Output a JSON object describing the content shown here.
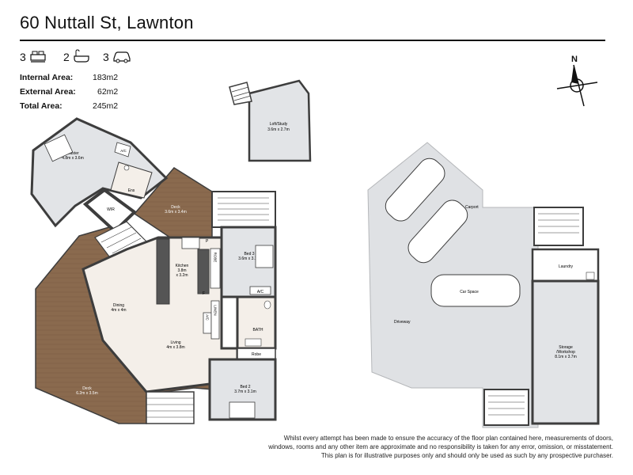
{
  "title": "60 Nuttall St, Lawnton",
  "features": {
    "bedrooms": "3",
    "bathrooms": "2",
    "garages": "3"
  },
  "areas": [
    {
      "label": "Internal Area:",
      "value": "183m2"
    },
    {
      "label": "External Area:",
      "value": "62m2"
    },
    {
      "label": "Total Area:",
      "value": "245m2"
    }
  ],
  "compass": {
    "north": "N"
  },
  "rooms": {
    "loft": {
      "name": "Loft/Study",
      "dims": "3.6m x 2.7m"
    },
    "master": {
      "name": "Master",
      "dims": "4.8m x 3.6m"
    },
    "ens": {
      "name": "Ens"
    },
    "wir": {
      "name": "WIR"
    },
    "ac_master": {
      "name": "A/C"
    },
    "deck_top": {
      "name": "Deck",
      "dims": "3.6m x 3.4m"
    },
    "pantry": {
      "name": "P"
    },
    "kitchen": {
      "name": "Kitchen",
      "dims1": "3.8m",
      "dims2": "x 3.2m"
    },
    "robe_bed3": {
      "name": "ROBE"
    },
    "bed3": {
      "name": "Bed 3",
      "dims": "3.6m x 3.1m"
    },
    "fridge": {
      "name": "F"
    },
    "ac_bed3": {
      "name": "A/C"
    },
    "dining": {
      "name": "Dining",
      "dims": "4m x 4m"
    },
    "ac_living": {
      "name": "A/C"
    },
    "linen": {
      "name": "LINEN"
    },
    "bath": {
      "name": "BATH"
    },
    "living": {
      "name": "Living",
      "dims": "4m x 3.8m"
    },
    "robe_bed2": {
      "name": "Robe"
    },
    "deck_left": {
      "name": "Deck",
      "dims": "6.2m x 3.5m"
    },
    "bed2": {
      "name": "Bed 2",
      "dims": "3.7m x 3.1m"
    },
    "carport": {
      "name": "Carport"
    },
    "laundry": {
      "name": "Laundry"
    },
    "car_space": {
      "name": "Car Space"
    },
    "driveway": {
      "name": "Driveway"
    },
    "storage": {
      "name": "Storage",
      "name2": "/Workshop",
      "dims": "8.1m x 3.7m"
    }
  },
  "colors": {
    "deck": "#8a6a4e",
    "floor_grey": "#e2e4e7",
    "wall": "#3d3d3d",
    "tile": "#f4efe9",
    "driveway": "#dfe1e4"
  },
  "disclaimer": [
    "Whilst every attempt has been made to ensure the accuracy of the floor plan contained here, measurements of doors,",
    "windows, rooms and any other item are approximate and no responsibility is taken for any error, omission, or misstatement.",
    "This plan is for illustrative purposes only and should only be used as such by any prospective purchaser."
  ]
}
